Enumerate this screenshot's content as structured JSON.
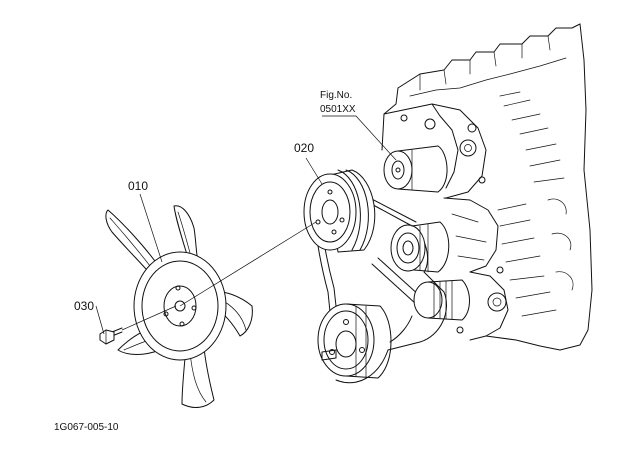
{
  "diagram": {
    "callouts": {
      "fan": "010",
      "pulley": "020",
      "bolt": "030",
      "fig_ref_line1": "Fig.No.",
      "fig_ref_line2": "0501XX"
    },
    "drawing_code": "1G067-005-10"
  }
}
